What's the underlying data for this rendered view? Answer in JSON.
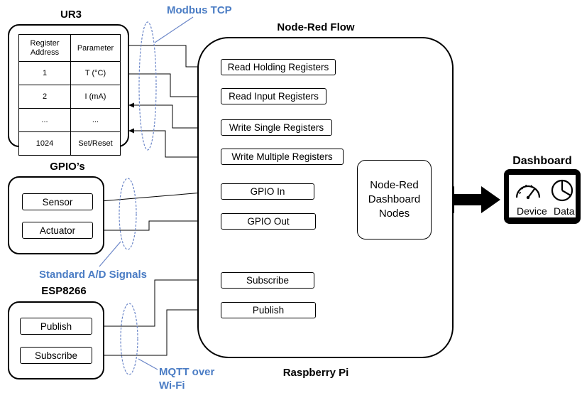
{
  "ur3": {
    "title": "UR3",
    "table": {
      "headers": [
        "Register\nAddress",
        "Parameter"
      ],
      "rows": [
        [
          "1",
          "T (°C)"
        ],
        [
          "2",
          "I (mA)"
        ],
        [
          "...",
          "..."
        ],
        [
          "1024",
          "Set/Reset"
        ]
      ]
    }
  },
  "gpio": {
    "title": "GPIO’s",
    "sensor": "Sensor",
    "actuator": "Actuator"
  },
  "esp": {
    "title": "ESP8266",
    "publish": "Publish",
    "subscribe": "Subscribe"
  },
  "labels": {
    "modbus": "Modbus TCP",
    "analog": "Standard A/D Signals",
    "mqtt_line1": "MQTT over",
    "mqtt_line2": "Wi-Fi"
  },
  "node_red": {
    "title": "Node-Red Flow",
    "footer": "Raspberry Pi",
    "read_holding": "Read Holding Registers",
    "read_input": "Read Input Registers",
    "write_single": "Write Single Registers",
    "write_multiple": "Write Multiple Registers",
    "gpio_in": "GPIO In",
    "gpio_out": "GPIO Out",
    "subscribe": "Subscribe",
    "publish": "Publish",
    "dashboard_nodes": [
      "Node-Red",
      "Dashboard",
      "Nodes"
    ]
  },
  "dashboard": {
    "title": "Dashboard",
    "device": "Device",
    "data": "Data",
    "icons": [
      "gauge-icon",
      "pie-chart-icon"
    ]
  }
}
